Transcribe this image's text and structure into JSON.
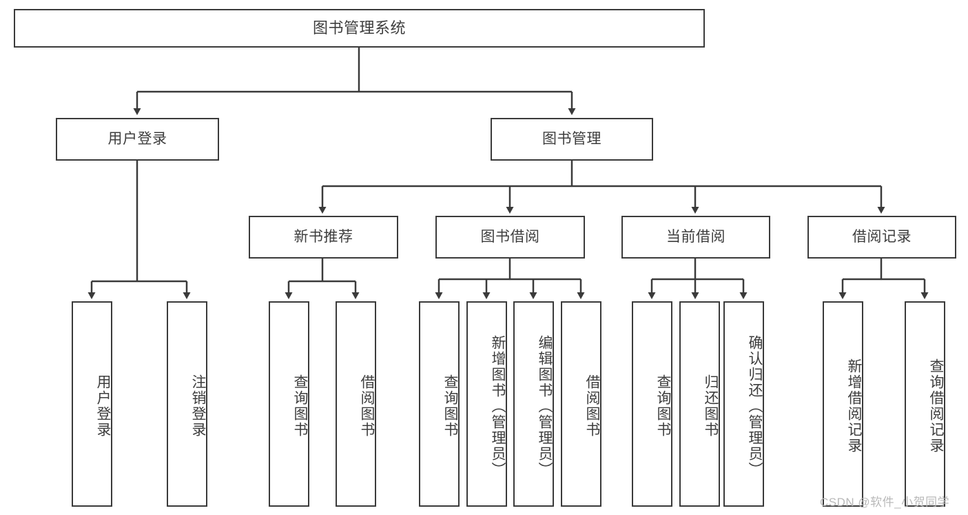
{
  "diagram": {
    "title": "图书管理系统",
    "type": "hierarchy-tree",
    "colors": {
      "box_border": "#3a3a3a",
      "box_fill": "#ffffff",
      "text": "#3d3d3d",
      "connector": "#3a3a3a",
      "watermark": "#b9b9b9"
    },
    "nodes": {
      "root": {
        "label": "图书管理系统"
      },
      "level1": [
        {
          "label": "用户登录"
        },
        {
          "label": "图书管理"
        }
      ],
      "level2": [
        {
          "label": "新书推荐"
        },
        {
          "label": "图书借阅"
        },
        {
          "label": "当前借阅"
        },
        {
          "label": "借阅记录"
        }
      ],
      "leaves_user_login": [
        {
          "label": "用户登录"
        },
        {
          "label": "注销登录"
        }
      ],
      "leaves_new_book": [
        {
          "label": "查询图书"
        },
        {
          "label": "借阅图书"
        }
      ],
      "leaves_borrow": [
        {
          "label": "查询图书"
        },
        {
          "label": "新增图书（管理员）"
        },
        {
          "label": "编辑图书（管理员）"
        },
        {
          "label": "借阅图书"
        }
      ],
      "leaves_current": [
        {
          "label": "查询图书"
        },
        {
          "label": "归还图书"
        },
        {
          "label": "确认归还（管理员）"
        }
      ],
      "leaves_record": [
        {
          "label": "新增借阅记录"
        },
        {
          "label": "查询借阅记录"
        }
      ]
    },
    "watermark": "CSDN @软件_小贺同学"
  }
}
